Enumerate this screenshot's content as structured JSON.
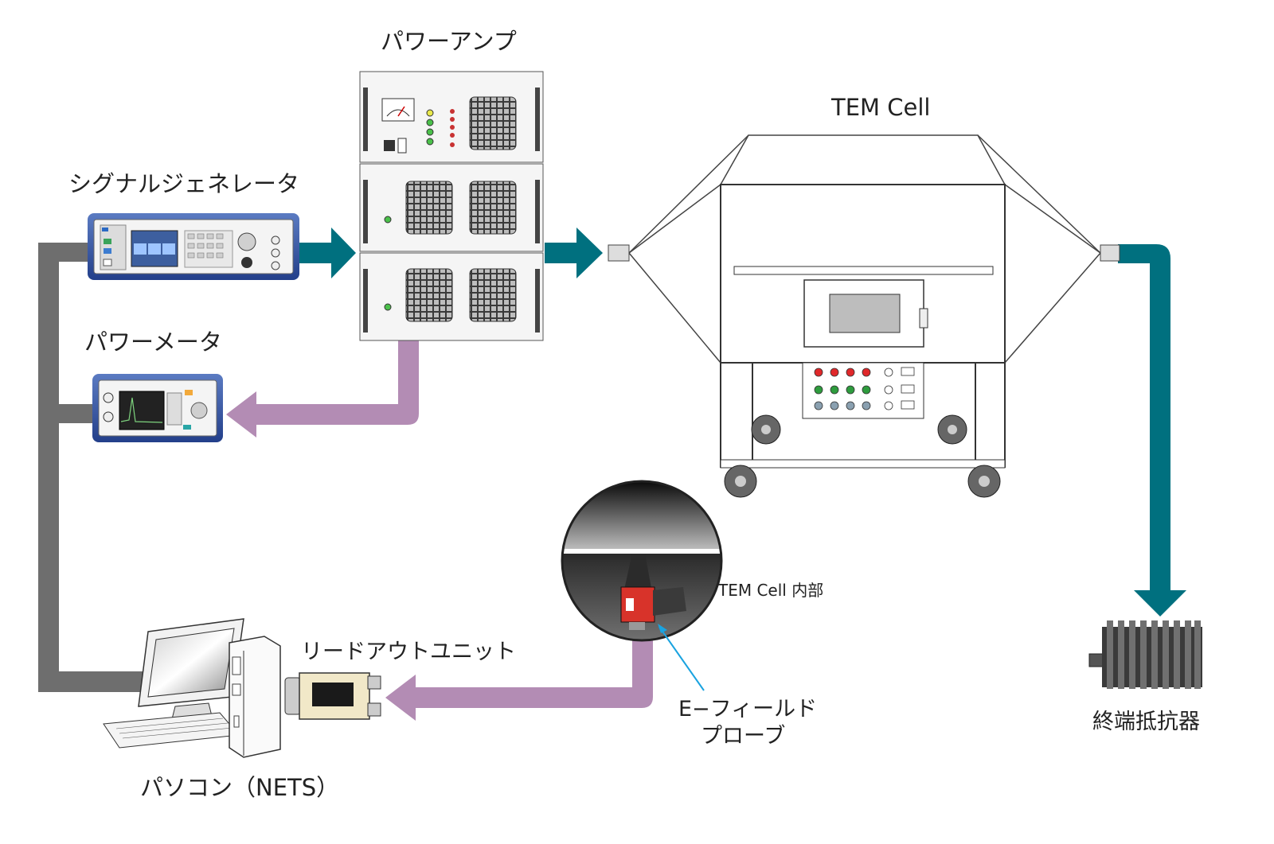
{
  "labels": {
    "signal_generator": "シグナルジェネレータ",
    "power_amp": "パワーアンプ",
    "power_meter": "パワーメータ",
    "tem_cell": "TEM Cell",
    "tem_cell_inner": "TEM Cell 内部",
    "readout_unit": "リードアウトユニット",
    "probe_line1": "E−フィールド",
    "probe_line2": "プローブ",
    "pc": "パソコン（NETS）",
    "terminator": "終端抵抗器"
  },
  "colors": {
    "rf_line": "#00707f",
    "sense_line": "#b38cb4",
    "control_line": "#6e6e6e",
    "probe_pointer": "#1aa3e0"
  }
}
